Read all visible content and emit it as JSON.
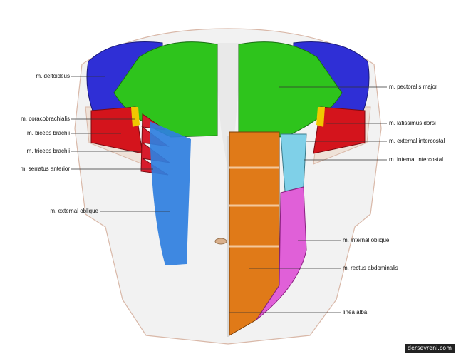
{
  "labels_left": [
    "m. deltoideus",
    "m. coracobrachialis",
    "m. biceps brachii",
    "m. triceps brachii",
    "m. serratus anterior",
    "m. external oblique"
  ],
  "labels_right": [
    "m. pectoralis major",
    "m. latissimus dorsi",
    "m. external intercostal",
    "m. internal intercostal",
    "m. internal oblique",
    "m. rectus abdominalis",
    "linea alba"
  ],
  "watermark": "dersevreni.com",
  "colors": {
    "deltoid": "#2f2fd6",
    "pectoralis": "#2ec41c",
    "biceps": "#d4141c",
    "coracobrachialis": "#f0c800",
    "serratus": "#d81c2c",
    "external_oblique": "#2f7fe0",
    "internal_oblique": "#e060d8",
    "rectus": "#e07a18",
    "intercostal": "#7fd0e8",
    "skin": "#e6e6e6"
  }
}
